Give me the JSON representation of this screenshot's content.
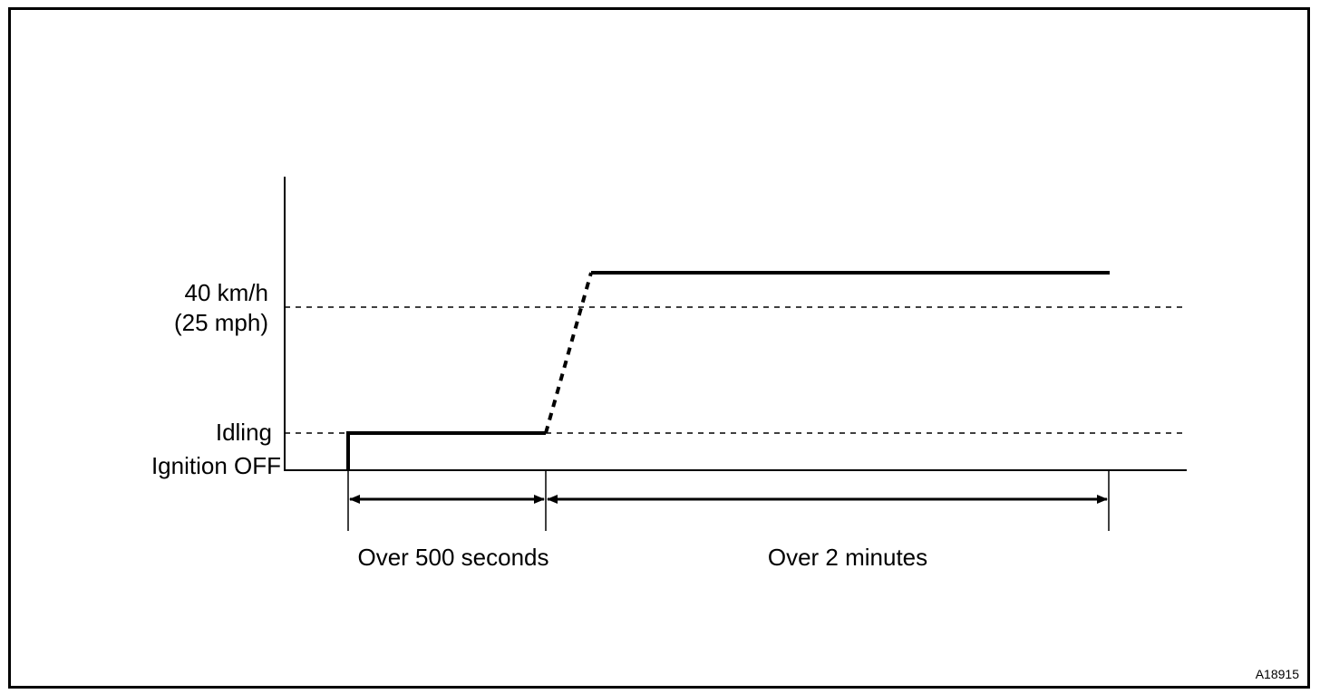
{
  "diagram": {
    "levels": {
      "speed_line1": "40 km/h",
      "speed_line2": "(25 mph)",
      "idling": "Idling",
      "ignition_off": "Ignition OFF"
    },
    "intervals": {
      "first": "Over 500 seconds",
      "second": "Over 2 minutes"
    },
    "figure_code": "A18915"
  }
}
